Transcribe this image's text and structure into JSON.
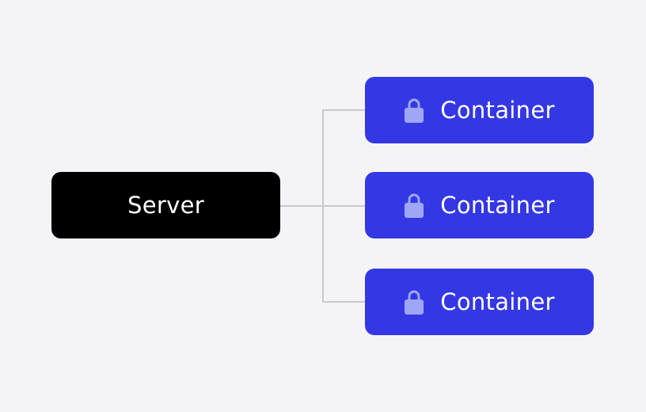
{
  "diagram": {
    "server": {
      "label": "Server"
    },
    "containers": [
      {
        "label": "Container",
        "icon": "lock-icon"
      },
      {
        "label": "Container",
        "icon": "lock-icon"
      },
      {
        "label": "Container",
        "icon": "lock-icon"
      }
    ],
    "colors": {
      "background": "#f4f4f6",
      "server": "#000000",
      "container": "#3438e4",
      "icon": "#9ea7f5",
      "connector": "#c9c9cd",
      "text": "#ffffff"
    }
  }
}
